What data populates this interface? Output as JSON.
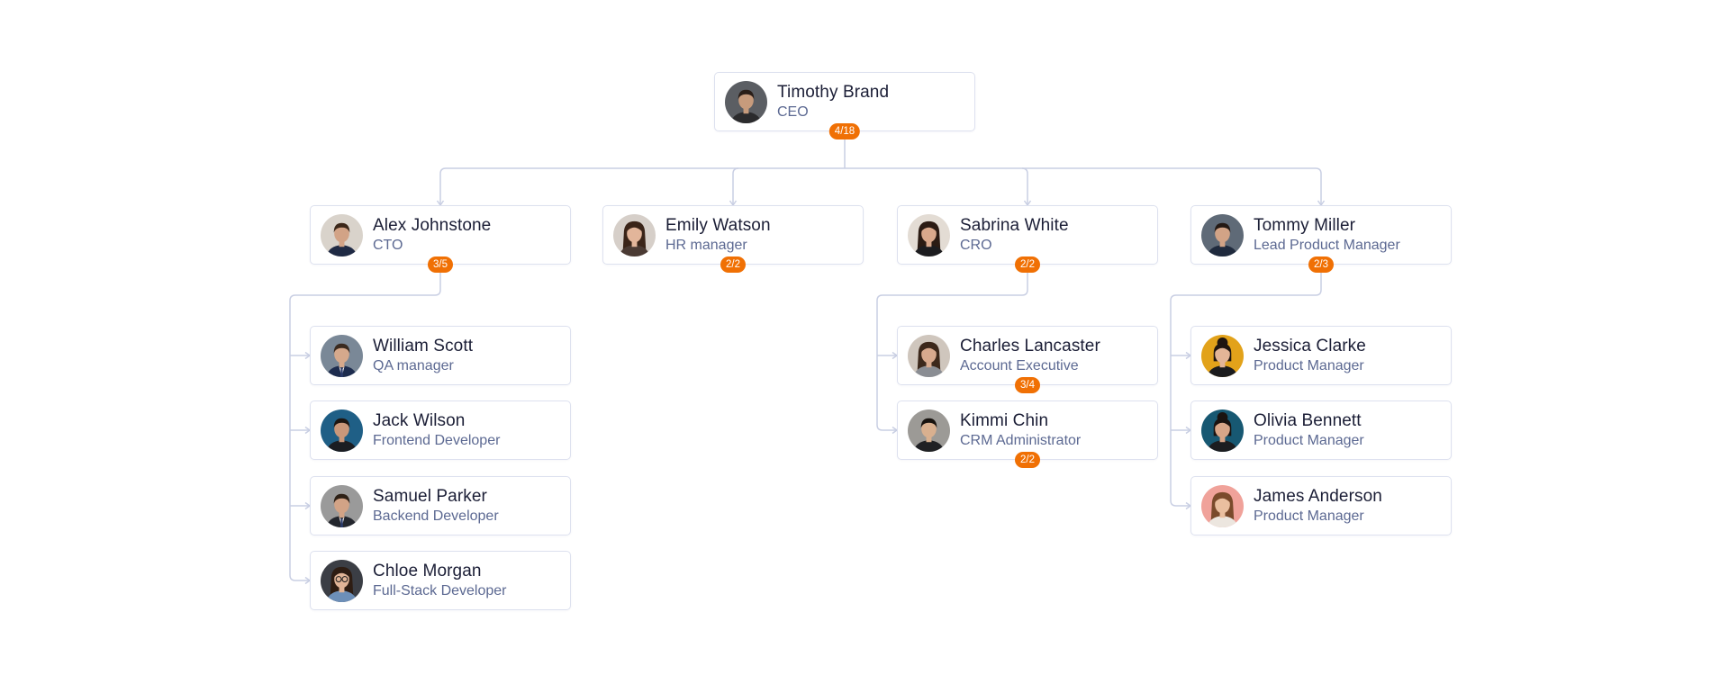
{
  "colors": {
    "badge": "#f07004",
    "connector": "#c9cfe3",
    "border": "#dde1ef",
    "name": "#1b1e36",
    "title": "#5c6992"
  },
  "nodes": [
    {
      "id": "timothy-brand",
      "name": "Timothy Brand",
      "title": "CEO",
      "badge": "4/18",
      "parent": null,
      "avatar": "man-beard-avatar",
      "avatar_bg": "#5b5e63",
      "skin": "#c79b7c",
      "hair": "#2a1e18",
      "shirt": "#2b2b2d",
      "hair_style": "short"
    },
    {
      "id": "alex-johnstone",
      "name": "Alex Johnstone",
      "title": "CTO",
      "badge": "3/5",
      "parent": "timothy-brand",
      "avatar": "man-avatar",
      "avatar_bg": "#d9d3cb",
      "skin": "#d2a386",
      "hair": "#3b2719",
      "shirt": "#1f2a44",
      "hair_style": "short"
    },
    {
      "id": "emily-watson",
      "name": "Emily Watson",
      "title": "HR manager",
      "badge": "2/2",
      "parent": "timothy-brand",
      "avatar": "woman-avatar",
      "avatar_bg": "#d6cfc9",
      "skin": "#e2b59a",
      "hair": "#3a2418",
      "shirt": "#4a3a33",
      "hair_style": "long"
    },
    {
      "id": "sabrina-white",
      "name": "Sabrina White",
      "title": "CRO",
      "badge": "2/2",
      "parent": "timothy-brand",
      "avatar": "woman-avatar",
      "avatar_bg": "#e3dcd4",
      "skin": "#d9a88b",
      "hair": "#2b1b13",
      "shirt": "#1c1c1f",
      "hair_style": "long"
    },
    {
      "id": "tommy-miller",
      "name": "Tommy Miller",
      "title": "Lead Product Manager",
      "badge": "2/3",
      "parent": "timothy-brand",
      "avatar": "man-avatar",
      "avatar_bg": "#5f6a77",
      "skin": "#d2a386",
      "hair": "#241914",
      "shirt": "#1f2a3d",
      "hair_style": "short"
    },
    {
      "id": "william-scott",
      "name": "William Scott",
      "title": "QA manager",
      "badge": null,
      "parent": "alex-johnstone",
      "avatar": "man-suit-avatar",
      "avatar_bg": "#7a8897",
      "skin": "#d6a98c",
      "hair": "#3a2a1f",
      "shirt": "#1d2c4e",
      "hair_style": "short"
    },
    {
      "id": "jack-wilson",
      "name": "Jack Wilson",
      "title": "Frontend Developer",
      "badge": null,
      "parent": "alex-johnstone",
      "avatar": "man-avatar",
      "avatar_bg": "#1f5f86",
      "skin": "#c9977a",
      "hair": "#1d1612",
      "shirt": "#1b1d22",
      "hair_style": "short"
    },
    {
      "id": "samuel-parker",
      "name": "Samuel Parker",
      "title": "Backend Developer",
      "badge": null,
      "parent": "alex-johnstone",
      "avatar": "man-suit-avatar",
      "avatar_bg": "#9a9a9a",
      "skin": "#d2a386",
      "hair": "#2d2016",
      "shirt": "#23262d",
      "hair_style": "short"
    },
    {
      "id": "chloe-morgan",
      "name": "Chloe Morgan",
      "title": "Full-Stack Developer",
      "badge": null,
      "parent": "alex-johnstone",
      "avatar": "woman-glasses-avatar",
      "avatar_bg": "#3b3e45",
      "skin": "#e0b497",
      "hair": "#2e1d13",
      "shirt": "#6d8fb8",
      "hair_style": "long"
    },
    {
      "id": "charles-lancaster",
      "name": "Charles Lancaster",
      "title": "Account Executive",
      "badge": "3/4",
      "parent": "sabrina-white",
      "avatar": "woman-avatar",
      "avatar_bg": "#cfc6bd",
      "skin": "#d7a98d",
      "hair": "#3c281b",
      "shirt": "#8a8d93",
      "hair_style": "long"
    },
    {
      "id": "kimmi-chin",
      "name": "Kimmi Chin",
      "title": "CRM Administrator",
      "badge": "2/2",
      "parent": "sabrina-white",
      "avatar": "man-avatar",
      "avatar_bg": "#9c9a96",
      "skin": "#d9b08f",
      "hair": "#18130f",
      "shirt": "#202124",
      "hair_style": "short"
    },
    {
      "id": "jessica-clarke",
      "name": "Jessica Clarke",
      "title": "Product Manager",
      "badge": null,
      "parent": "tommy-miller",
      "avatar": "woman-avatar",
      "avatar_bg": "#e2a21a",
      "skin": "#e3b597",
      "hair": "#1f1510",
      "shirt": "#1b1b1d",
      "hair_style": "bun"
    },
    {
      "id": "olivia-bennett",
      "name": "Olivia Bennett",
      "title": "Product Manager",
      "badge": null,
      "parent": "tommy-miller",
      "avatar": "woman-avatar",
      "avatar_bg": "#175872",
      "skin": "#d8a688",
      "hair": "#1a1310",
      "shirt": "#1c1d20",
      "hair_style": "bun"
    },
    {
      "id": "james-anderson",
      "name": "James Anderson",
      "title": "Product Manager",
      "badge": null,
      "parent": "tommy-miller",
      "avatar": "woman-avatar",
      "avatar_bg": "#f0a29a",
      "skin": "#eabf9f",
      "hair": "#7a4a2b",
      "shirt": "#ece6df",
      "hair_style": "long"
    }
  ]
}
